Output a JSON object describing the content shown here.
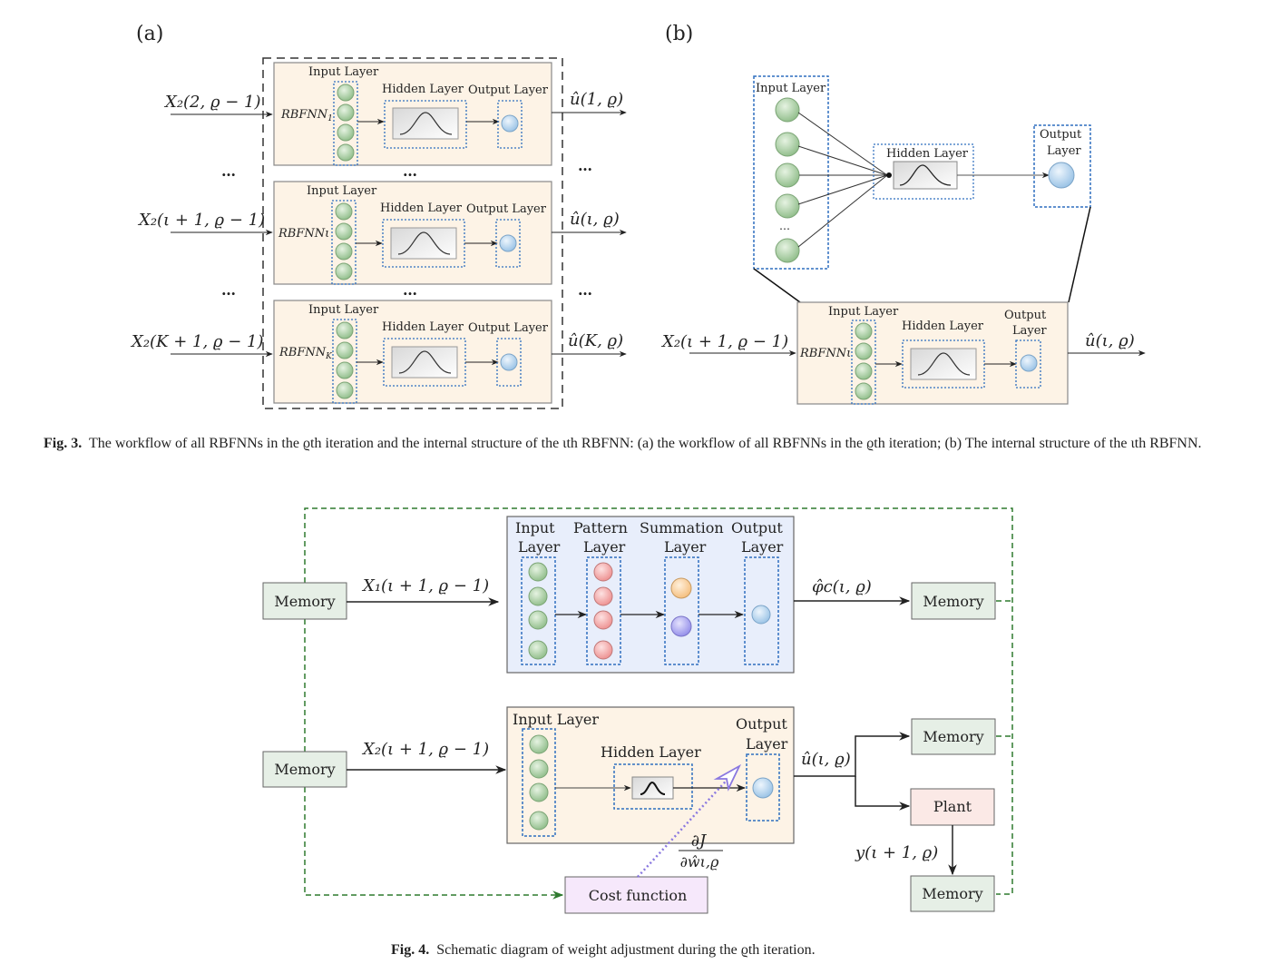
{
  "fig3": {
    "panel_a_label": "(a)",
    "panel_b_label": "(b)",
    "panel_a": {
      "blocks": [
        {
          "name": "RBFNN",
          "sub": "1",
          "input": "X₂(2, ϱ − 1)",
          "output": "û(1, ϱ)"
        },
        {
          "name": "RBFNN",
          "sub": "ι",
          "input": "X₂(ι + 1, ϱ − 1)",
          "output": "û(ι, ϱ)"
        },
        {
          "name": "RBFNN",
          "sub": "K",
          "input": "X₂(K + 1, ϱ − 1)",
          "output": "û(K, ϱ)"
        }
      ],
      "input_layer": "Input Layer",
      "hidden_layer": "Hidden Layer",
      "output_layer": "Output Layer",
      "ellipsis": "…"
    },
    "panel_b": {
      "input_layer": "Input Layer",
      "hidden_layer": "Hidden Layer",
      "output_layer_line1": "Output",
      "output_layer_line2": "Layer",
      "block_name": "RBFNNι",
      "input": "X₂(ι + 1, ϱ − 1)",
      "output": "û(ι, ϱ)",
      "ellipsis": "⋯"
    },
    "caption_label": "Fig. 3.",
    "caption_text": "The workflow of all RBFNNs in the ϱth iteration and the internal structure of the ιth RBFNN: (a) the workflow of all RBFNNs in the ϱth iteration; (b) The internal structure of the ιth RBFNN."
  },
  "fig4": {
    "memory_label": "Memory",
    "plant_label": "Plant",
    "cost_function_label": "Cost function",
    "x1_label": "X₁(ι + 1, ϱ − 1)",
    "x2_label": "X₂(ι + 1, ϱ − 1)",
    "phi_label": "φ̂c(ι, ϱ)",
    "u_label": "û(ι, ϱ)",
    "y_label": "y(ι + 1, ϱ)",
    "grad_num": "∂J",
    "grad_den": "∂ŵι,ϱ",
    "grnn": {
      "input_l1": "Input",
      "input_l2": "Layer",
      "pattern_l1": "Pattern",
      "pattern_l2": "Layer",
      "summation_l1": "Summation",
      "summation_l2": "Layer",
      "output_l1": "Output",
      "output_l2": "Layer"
    },
    "rbfnn": {
      "input_layer": "Input Layer",
      "hidden_layer": "Hidden Layer",
      "output_l1": "Output",
      "output_l2": "Layer"
    },
    "caption_label": "Fig. 4.",
    "caption_text": "Schematic diagram of weight adjustment during the ϱth iteration."
  },
  "colors": {
    "block_fill": "#fdf3e6",
    "grnn_fill": "#e8eefb",
    "memory_fill": "#e6efe6",
    "plant_fill": "#fbe6e6",
    "cost_fill": "#f5e6fa",
    "node_green": "#9fc89a",
    "node_blue": "#a9cdea",
    "node_red": "#f2a0a0",
    "node_orange": "#f8c890",
    "node_purple": "#9f9af0",
    "dotted_blue": "#2f6fbf",
    "dashed_green": "#2f7a2f",
    "gradient_purple": "#8a78e0"
  }
}
